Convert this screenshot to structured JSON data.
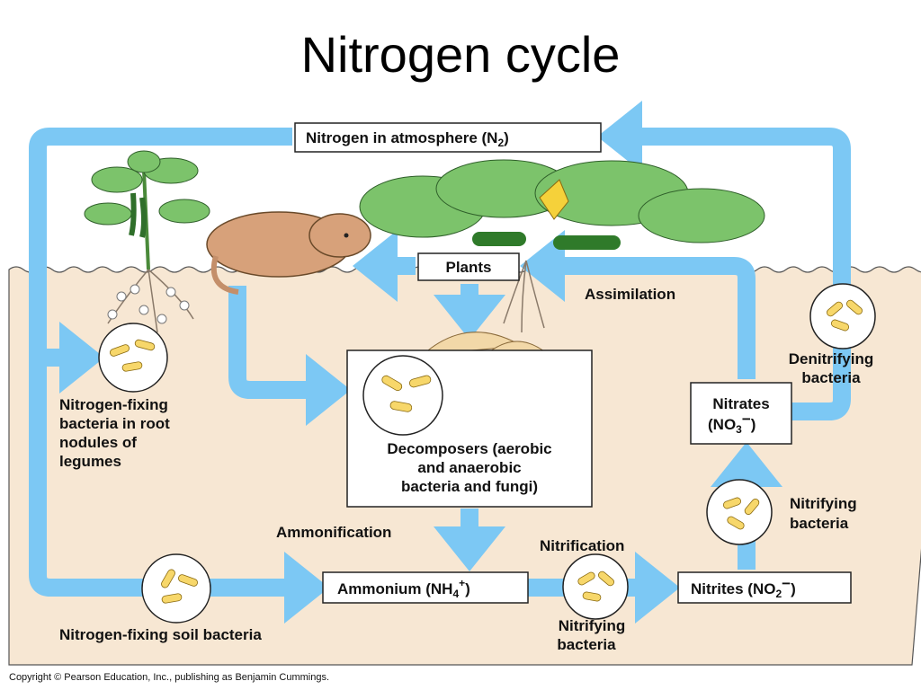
{
  "title": "Nitrogen cycle",
  "labels": {
    "atmosphere": "Nitrogen in atmosphere (N",
    "atmosphere_sub": "2",
    "atmosphere_close": ")",
    "plants": "Plants",
    "assimilation": "Assimilation",
    "denitrifying_1": "Denitrifying",
    "denitrifying_2": "bacteria",
    "nitrates_1": "Nitrates",
    "nitrates_2a": "(NO",
    "nitrates_sub": "3",
    "nitrates_sup": "−",
    "nitrates_close": ")",
    "nfix_root_1": "Nitrogen-fixing",
    "nfix_root_2": "bacteria in root",
    "nfix_root_3": "nodules of",
    "nfix_root_4": "legumes",
    "decomposers_1": "Decomposers (aerobic",
    "decomposers_2": "and anaerobic",
    "decomposers_3": "bacteria and fungi)",
    "ammonification": "Ammonification",
    "nitrification": "Nitrification",
    "nitrifying_right_1": "Nitrifying",
    "nitrifying_right_2": "bacteria",
    "ammonium_a": "Ammonium (NH",
    "ammonium_sub": "4",
    "ammonium_sup": "+",
    "ammonium_close": ")",
    "nitrites_a": "Nitrites (NO",
    "nitrites_sub": "2",
    "nitrites_sup": "−",
    "nitrites_close": ")",
    "nitrifying_bottom_1": "Nitrifying",
    "nitrifying_bottom_2": "bacteria",
    "nfix_soil": "Nitrogen-fixing soil bacteria"
  },
  "copyright": "Copyright © Pearson Education, Inc., publishing as Benjamin Cummings.",
  "colors": {
    "arrow": "#7cc8f4",
    "soil": "#f7e7d3",
    "leaf": "#7cc36b",
    "bacteria": "#f7d76a"
  }
}
